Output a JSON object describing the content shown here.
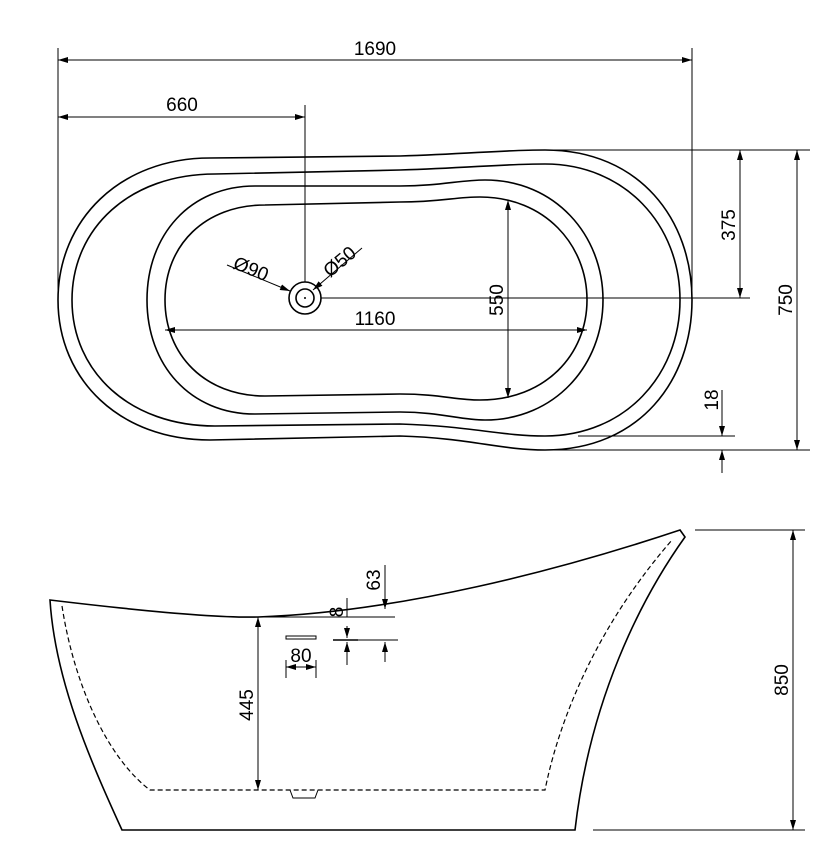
{
  "top_view": {
    "dim_length": "1690",
    "dim_drain_offset": "660",
    "dim_drain_outer": "Ø90",
    "dim_drain_inner": "Ø50",
    "dim_inner_length": "1160",
    "dim_inner_width": "550",
    "dim_half_width": "375",
    "dim_width": "750",
    "dim_rim": "18"
  },
  "side_view": {
    "dim_height": "850",
    "dim_overflow_height": "445",
    "dim_overflow_width": "80",
    "dim_overflow_gap": "8",
    "dim_rim_drop": "63"
  }
}
